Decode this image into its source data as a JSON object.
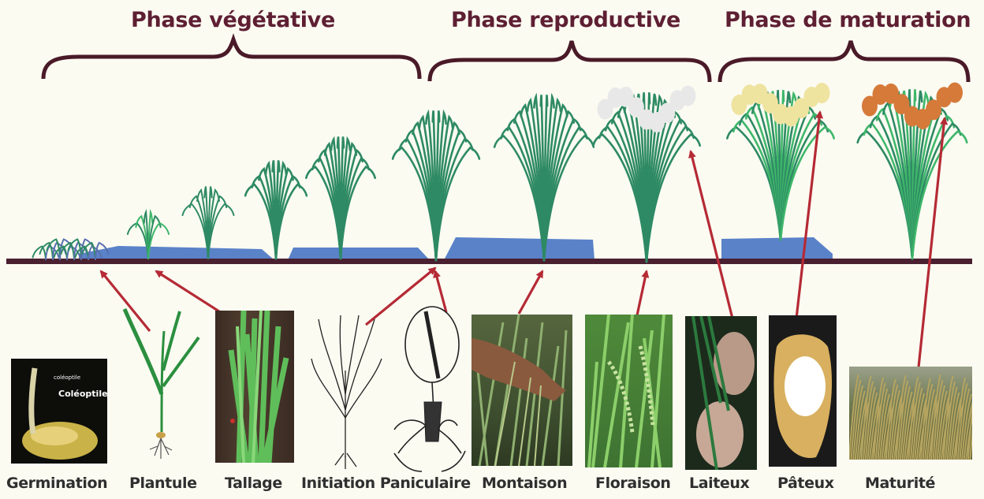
{
  "phases": [
    {
      "label": "Phase végétative"
    },
    {
      "label": "Phase reproductive"
    },
    {
      "label": "Phase de maturation"
    }
  ],
  "stages": [
    {
      "label": "Germination"
    },
    {
      "label": "Plantule"
    },
    {
      "label": "Tallage"
    },
    {
      "label": "Initiation Paniculaire"
    },
    {
      "label": "Montaison"
    },
    {
      "label": "Floraison"
    },
    {
      "label": "Laiteux"
    },
    {
      "label": "Pâteux"
    },
    {
      "label": "Maturité"
    }
  ],
  "seed": {
    "small_label": "coléoptile",
    "label": "Coléoptile"
  },
  "colors": {
    "title": "#5e1f33",
    "arrow": "#b52a35",
    "water": "#5a82c9",
    "ground": "#4a2030",
    "leaf": "#2e8a64",
    "leaf_light": "#3fb76a",
    "panicle_milk": "#efe3a0",
    "panicle_ripe": "#d67a3a"
  }
}
